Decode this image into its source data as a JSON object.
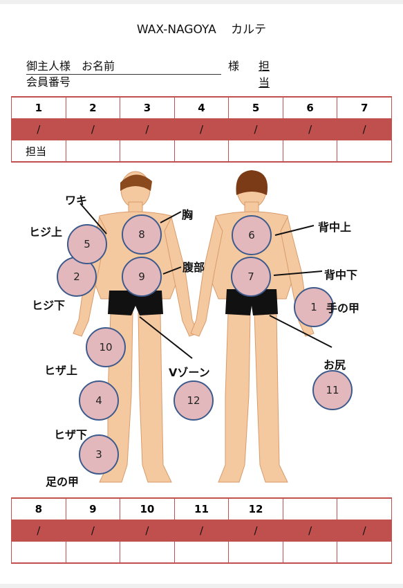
{
  "header": {
    "salon": "WAX-NAGOYA",
    "doc": "カルテ"
  },
  "customer": {
    "label": "御主人様　お名前",
    "sama": "様",
    "tanto": "担当",
    "member": "会員番号"
  },
  "table_top": {
    "columns": [
      "1",
      "2",
      "3",
      "4",
      "5",
      "6",
      "7"
    ],
    "date_marks": [
      "/",
      "/",
      "/",
      "/",
      "/",
      "/",
      "/"
    ],
    "staff_label": "担当"
  },
  "table_bottom": {
    "columns": [
      "8",
      "9",
      "10",
      "11",
      "12",
      "",
      ""
    ],
    "date_marks": [
      "/",
      "/",
      "/",
      "/",
      "/",
      "/",
      "/"
    ]
  },
  "zones": {
    "c1": "1",
    "c2": "2",
    "c3": "3",
    "c4": "4",
    "c5": "5",
    "c6": "6",
    "c7": "7",
    "c8": "8",
    "c9": "9",
    "c10": "10",
    "c11": "11",
    "c12": "12"
  },
  "labels": {
    "waki": "ワキ",
    "hiji_ue": "ヒジ上",
    "hiji_shita": "ヒジ下",
    "mune": "胸",
    "fukubu": "腹部",
    "senaka_ue": "背中上",
    "senaka_shita": "背中下",
    "te_no_ko": "手の甲",
    "oshiri": "お尻",
    "hiza_ue": "ヒザ上",
    "v_zone": "Vゾーン",
    "hiza_shita": "ヒザ下",
    "ashi_no_ko": "足の甲"
  }
}
